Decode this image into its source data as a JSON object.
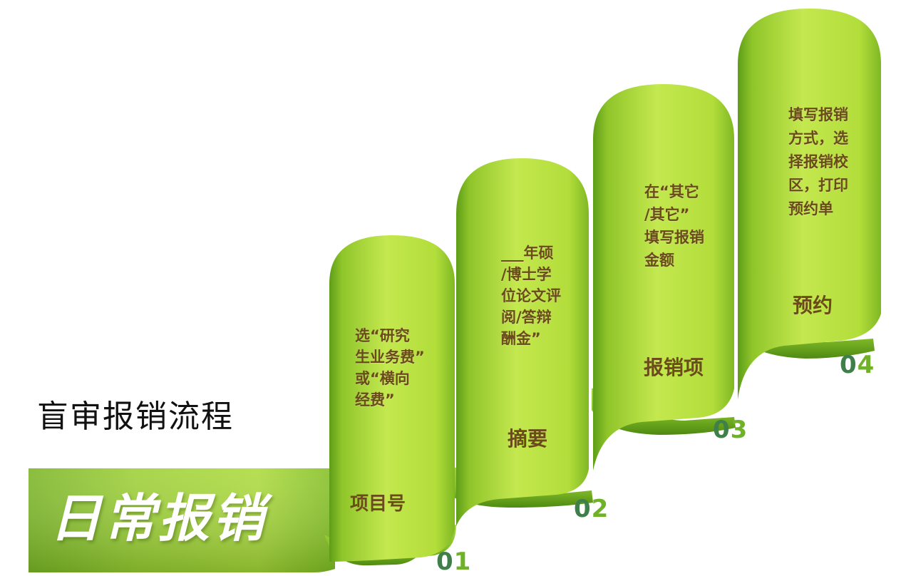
{
  "title": "盲审报销流程",
  "main_label": "日常报销",
  "steps": [
    {
      "number": "01",
      "label": "项目号",
      "description": "选“研究\n生业务费”\n或“横向\n经费”"
    },
    {
      "number": "02",
      "label": "摘要",
      "description": "___年硕\n/博士学\n位论文评\n阅/答辩\n酬金”"
    },
    {
      "number": "03",
      "label": "报销项",
      "description": "在“其它\n/其它”\n填写报销\n金额"
    },
    {
      "number": "04",
      "label": "预约",
      "description": "填写报销\n方式，选\n择报销校\n区，打印\n预约单"
    }
  ],
  "colors": {
    "green_light": "#bde24a",
    "green_dark": "#5e9d18",
    "text_brown": "#6b4b1c",
    "number_teal": "#3f7f49"
  }
}
